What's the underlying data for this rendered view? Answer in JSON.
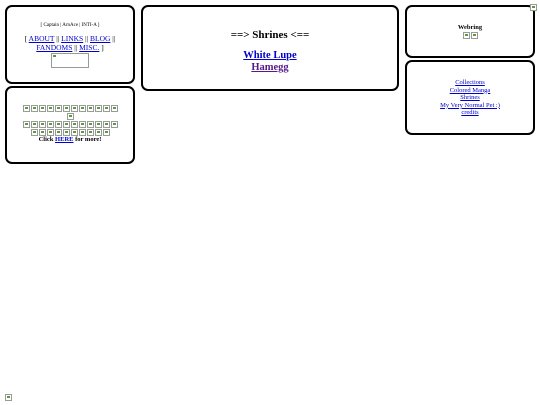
{
  "nav": {
    "names": "[ Captain | ArnAce | INTI-A ]",
    "links": [
      {
        "label": "ABOUT"
      },
      {
        "label": "LINKS"
      },
      {
        "label": "BLOG"
      },
      {
        "label": "FANDOMS"
      },
      {
        "label": "MISC."
      }
    ],
    "separator": "||",
    "open_bracket": "[",
    "close_bracket": "]"
  },
  "main": {
    "title": "==> Shrines <==",
    "shrines": [
      {
        "label": "White Lupe"
      },
      {
        "label": "Hamegg"
      }
    ]
  },
  "webring": {
    "title": "Webring"
  },
  "menu": {
    "items": [
      {
        "label": "Collections"
      },
      {
        "label": "Colored Manga"
      },
      {
        "label": "Shrines"
      },
      {
        "label": "My Very Normal Pet :)"
      },
      {
        "label": "credits"
      }
    ]
  },
  "buttons": {
    "more_prefix": "Click ",
    "more_link": "HERE",
    "more_suffix": " for more!"
  },
  "colors": {
    "link": "#0000cc",
    "visited": "#551a8b",
    "border": "#000000"
  }
}
